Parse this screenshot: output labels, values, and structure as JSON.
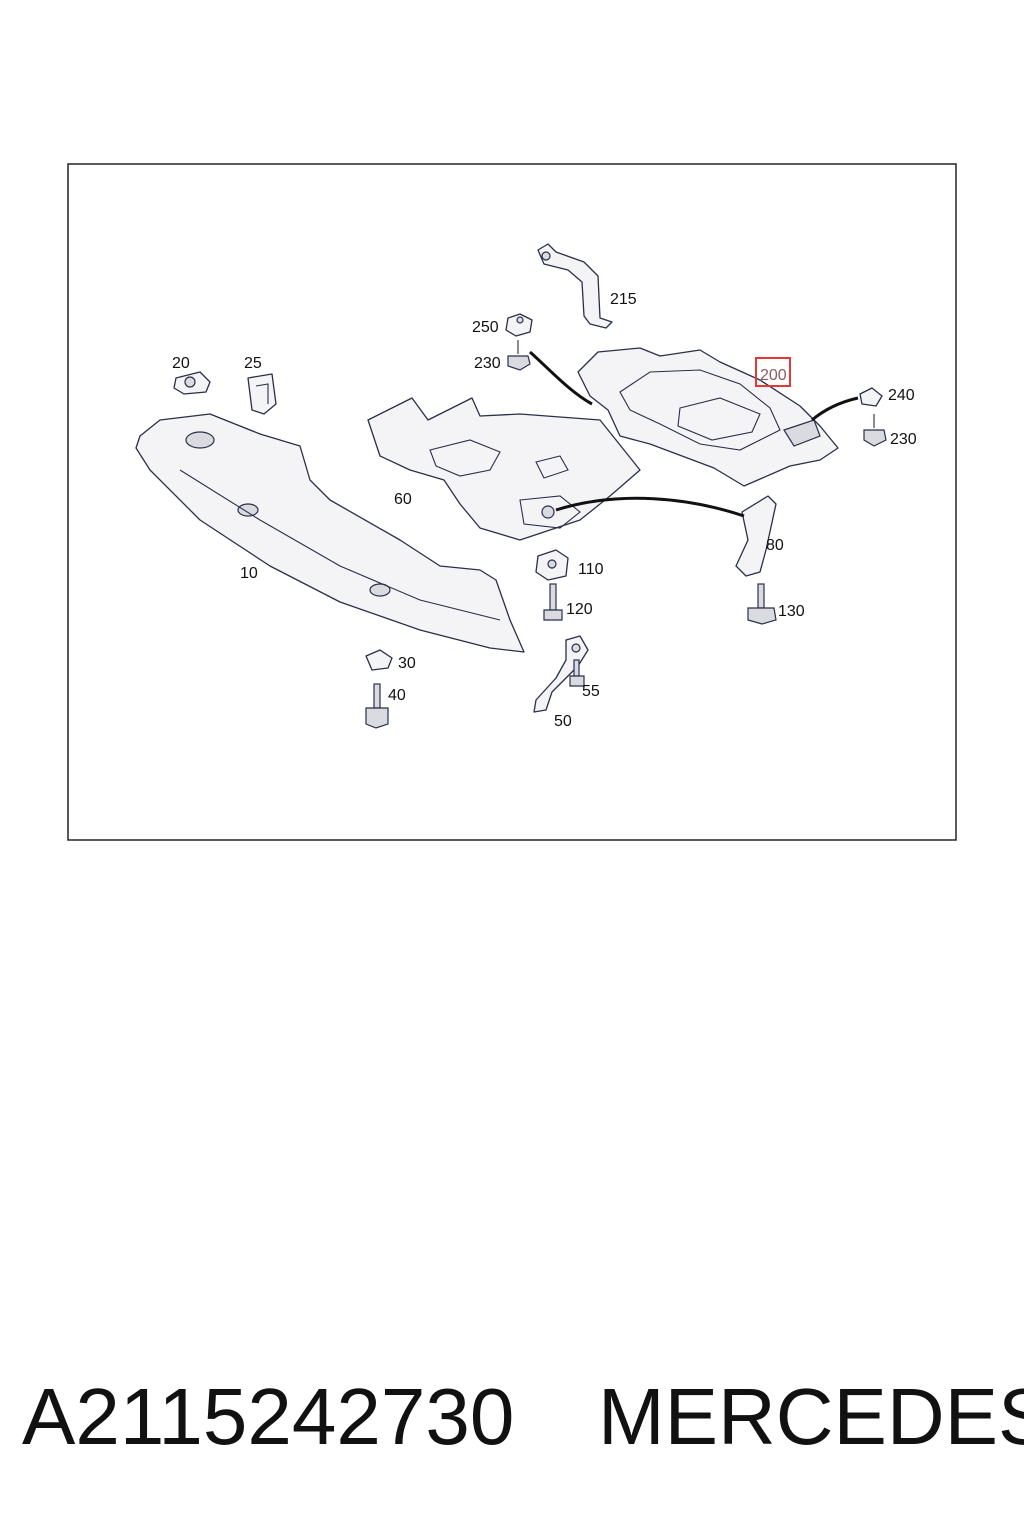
{
  "labels": {
    "p215": "215",
    "p250": "250",
    "p230a": "230",
    "p200": "200",
    "p240": "240",
    "p230b": "230",
    "p20": "20",
    "p25": "25",
    "p60": "60",
    "p10": "10",
    "p80": "80",
    "p110": "110",
    "p120": "120",
    "p130": "130",
    "p30": "30",
    "p40": "40",
    "p55": "55",
    "p50": "50"
  },
  "highlighted_part": "200",
  "colors": {
    "highlight": "#e53935",
    "line": "#2a2f4a"
  },
  "footer": {
    "part_number": "A2115242730",
    "brand": "MERCEDES"
  }
}
